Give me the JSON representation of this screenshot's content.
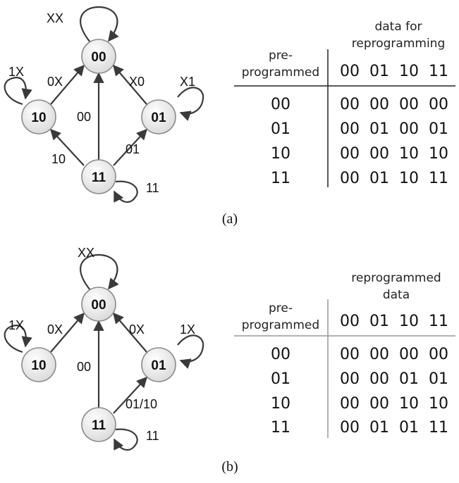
{
  "colors": {
    "node_fill_light": "#ffffff",
    "node_fill_dark": "#d9d9d9",
    "node_stroke": "#8a8a8a",
    "edge": "#3a3a3a"
  },
  "panel_a": {
    "caption": "(a)",
    "nodes": {
      "n00": "00",
      "n10": "10",
      "n01": "01",
      "n11": "11"
    },
    "edge_labels": {
      "self_00": "XX",
      "self_10": "1X",
      "self_01": "X1",
      "self_11": "11",
      "e10_00": "0X",
      "e01_00": "X0",
      "e11_00": "00",
      "e11_10": "10",
      "e11_01": "01"
    },
    "table": {
      "header_row_line1": "pre-",
      "header_row_line2": "programmed",
      "header_col_line1": "data for",
      "header_col_line2": "reprogramming",
      "columns": [
        "00",
        "01",
        "10",
        "11"
      ],
      "rows": [
        {
          "label": "00",
          "cells": [
            "00",
            "00",
            "00",
            "00"
          ]
        },
        {
          "label": "01",
          "cells": [
            "00",
            "01",
            "00",
            "01"
          ]
        },
        {
          "label": "10",
          "cells": [
            "00",
            "00",
            "10",
            "10"
          ]
        },
        {
          "label": "11",
          "cells": [
            "00",
            "01",
            "10",
            "11"
          ]
        }
      ]
    }
  },
  "panel_b": {
    "caption": "(b)",
    "nodes": {
      "n00": "00",
      "n10": "10",
      "n01": "01",
      "n11": "11"
    },
    "edge_labels": {
      "self_00": "XX",
      "self_10": "1X",
      "self_01": "1X",
      "self_11": "11",
      "e10_00": "0X",
      "e01_00": "0X",
      "e11_00": "00",
      "e11_01": "01/10"
    },
    "table": {
      "header_row_line1": "pre-",
      "header_row_line2": "programmed",
      "header_col_line1": "reprogrammed",
      "header_col_line2": "data",
      "columns": [
        "00",
        "01",
        "10",
        "11"
      ],
      "rows": [
        {
          "label": "00",
          "cells": [
            "00",
            "00",
            "00",
            "00"
          ]
        },
        {
          "label": "01",
          "cells": [
            "00",
            "00",
            "01",
            "01"
          ]
        },
        {
          "label": "10",
          "cells": [
            "00",
            "00",
            "10",
            "10"
          ]
        },
        {
          "label": "11",
          "cells": [
            "00",
            "01",
            "01",
            "11"
          ]
        }
      ]
    }
  }
}
